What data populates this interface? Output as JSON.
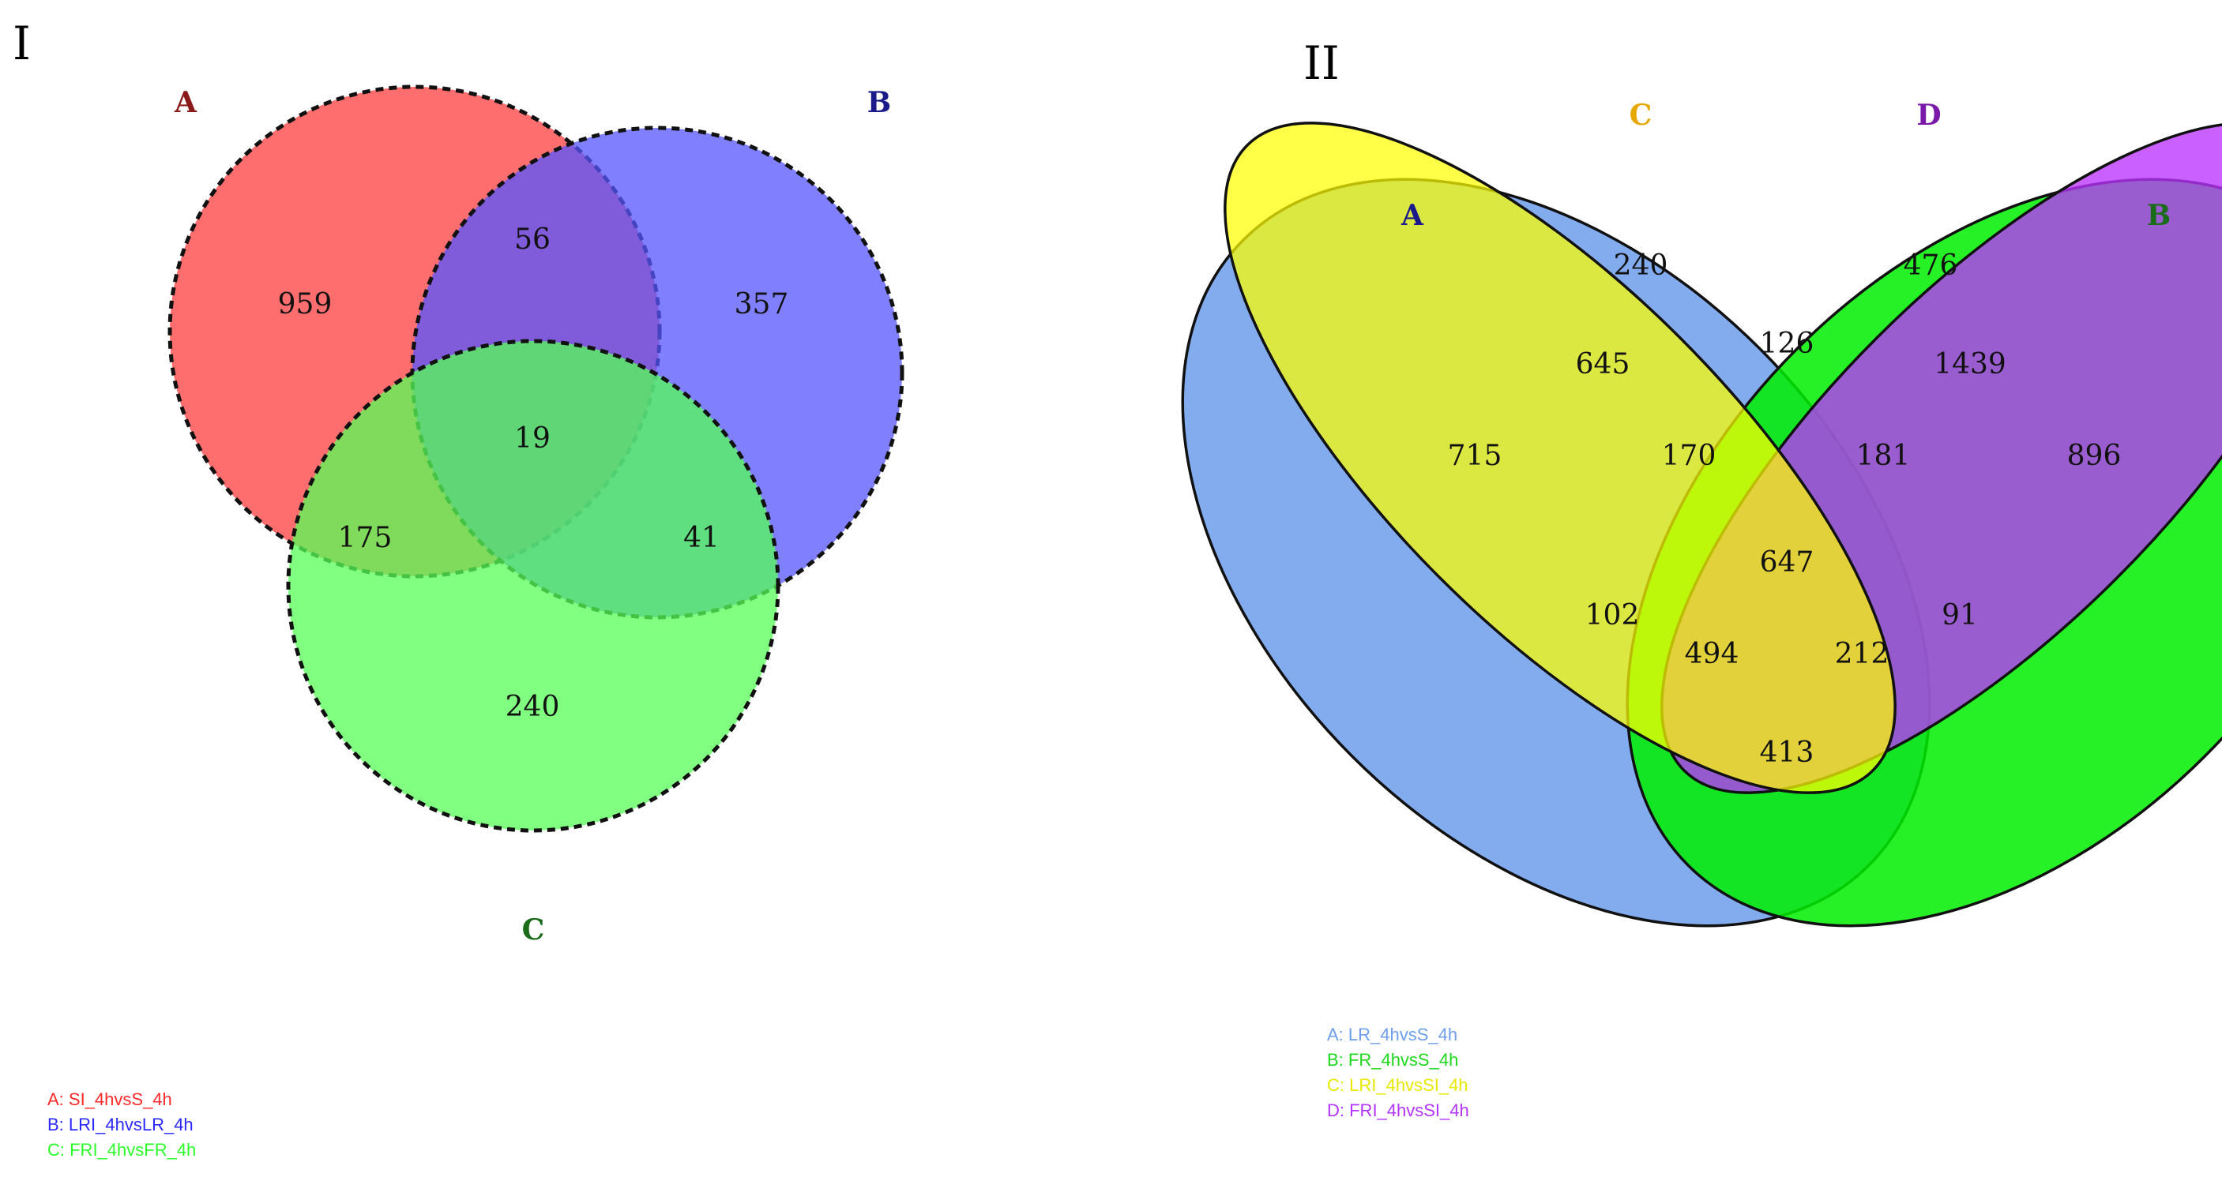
{
  "panel1": {
    "label": "I",
    "sets": [
      {
        "key": "A",
        "color": "#ff5555",
        "labelColor": "#8b1a1a"
      },
      {
        "key": "B",
        "color": "#5555ff",
        "labelColor": "#1a1a8b"
      },
      {
        "key": "C",
        "color": "#55ff55",
        "labelColor": "#1a6b1a"
      }
    ],
    "counts": {
      "A_only": "959",
      "B_only": "357",
      "C_only": "240",
      "AB": "56",
      "AC": "175",
      "BC": "41",
      "ABC": "19"
    },
    "legend": [
      {
        "text": "A: SI_4hvsS_4h",
        "color": "#ff2a2a"
      },
      {
        "text": "B: LRI_4hvsLR_4h",
        "color": "#2a2aff"
      },
      {
        "text": "C: FRI_4hvsFR_4h",
        "color": "#2aff2a"
      }
    ]
  },
  "panel2": {
    "label": "II",
    "sets": [
      {
        "key": "A",
        "color": "#6d9eeb",
        "labelColor": "#1a1a8b"
      },
      {
        "key": "B",
        "color": "#00ee00",
        "labelColor": "#1a6b1a"
      },
      {
        "key": "C",
        "color": "#ffff00",
        "labelColor": "#e6a800"
      },
      {
        "key": "D",
        "color": "#bb33ff",
        "labelColor": "#7a1aa8"
      }
    ],
    "counts": {
      "A_only": "715",
      "B_only": "896",
      "C_only": "240",
      "D_only": "476",
      "AC": "645",
      "ACD": "170",
      "AD": "102",
      "CD": "126",
      "ACDB": "647",
      "BCD": "181",
      "BD": "1439",
      "BC": "91",
      "ABD": "494",
      "ABC": "212",
      "AB": "413"
    },
    "legend": [
      {
        "text": "A: LR_4hvsS_4h",
        "color": "#6d9eeb"
      },
      {
        "text": "B: FR_4hvsS_4h",
        "color": "#1ed81e"
      },
      {
        "text": "C: LRI_4hvsSI_4h",
        "color": "#e8e800"
      },
      {
        "text": "D: FRI_4hvsSI_4h",
        "color": "#b333ff"
      }
    ]
  }
}
